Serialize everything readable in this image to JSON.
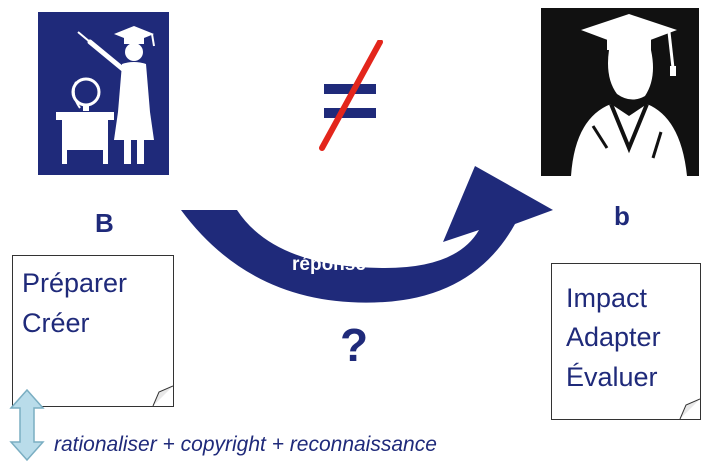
{
  "teacher": {
    "letter": "B"
  },
  "student": {
    "letter": "b"
  },
  "symbol": "≠",
  "arrow": {
    "label": "réponse"
  },
  "left_note": {
    "lines": [
      "Préparer",
      "Créer"
    ]
  },
  "right_note": {
    "lines": [
      "Impact",
      "Adapter",
      "Évaluer"
    ]
  },
  "question": "?",
  "bottom_text": "rationaliser + copyright + reconnaissance",
  "colors": {
    "navy": "#1f2a7a",
    "red": "#e3261c",
    "lightblue": "#b9dcea"
  }
}
